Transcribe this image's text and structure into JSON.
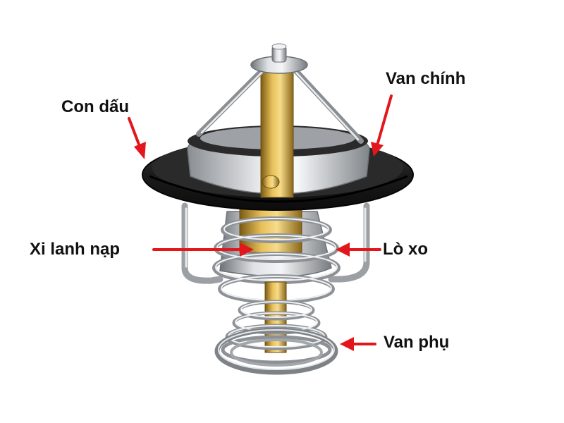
{
  "labels": {
    "seal": "Con dấu",
    "main_valve": "Van chính",
    "cylinder": "Xi lanh nạp",
    "spring": "Lò xo",
    "bypass_valve": "Van phụ"
  },
  "colors": {
    "arrow": "#e3161b",
    "seal_ring": "#1f1f1f",
    "brass": "#c9a13b",
    "steel": "#c7c9cc",
    "text": "#111111"
  }
}
